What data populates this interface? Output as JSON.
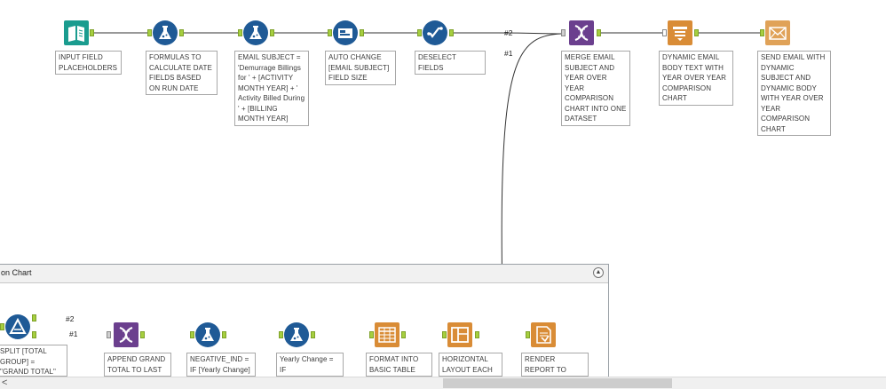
{
  "workflow": {
    "connections": {
      "label_2": "#2",
      "label_1": "#1"
    },
    "tools": [
      {
        "id": "input-field-placeholders",
        "icon": "book-input-icon",
        "annotation": "INPUT FIELD PLACEHOLDERS"
      },
      {
        "id": "formulas-date-fields",
        "icon": "formula-flask-icon",
        "annotation": "FORMULAS TO CALCULATE DATE FIELDS BASED ON RUN DATE"
      },
      {
        "id": "email-subject-formula",
        "icon": "formula-flask-icon",
        "annotation": "EMAIL SUBJECT = 'Demurrage Billings for ' + [ACTIVITY MONTH YEAR] + ' Activity Billed During ' + [BILLING MONTH YEAR]"
      },
      {
        "id": "auto-change-field-size",
        "icon": "auto-field-icon",
        "annotation": "AUTO CHANGE [EMAIL SUBJECT] FIELD SIZE"
      },
      {
        "id": "deselect-fields",
        "icon": "select-check-icon",
        "annotation": "DESELECT FIELDS"
      },
      {
        "id": "merge-email-subject",
        "icon": "append-dna-icon",
        "annotation": "MERGE EMAIL SUBJECT AND YEAR OVER YEAR COMPARISON CHART INTO ONE DATASET"
      },
      {
        "id": "dynamic-email-body",
        "icon": "report-text-icon",
        "annotation": "DYNAMIC EMAIL BODY TEXT WITH YEAR OVER YEAR COMPARISON CHART"
      },
      {
        "id": "send-email",
        "icon": "email-envelope-icon",
        "annotation": "SEND EMAIL WITH DYNAMIC SUBJECT AND DYNAMIC BODY WITH YEAR OVER YEAR COMPARISON CHART"
      }
    ]
  },
  "container": {
    "title": "on Chart",
    "collapse_symbol": "▲",
    "tools": [
      {
        "id": "split-filter",
        "icon": "filter-triangle-icon",
        "annotation": "SPLIT [TOTAL GROUP] = \"GRAND TOTAL\""
      },
      {
        "id": "append-grand-total",
        "icon": "append-dna-icon",
        "annotation": "APPEND GRAND TOTAL TO LAST"
      },
      {
        "id": "negative-ind",
        "icon": "formula-flask-icon",
        "annotation": "NEGATIVE_IND = IF [Yearly Change]"
      },
      {
        "id": "yearly-change",
        "icon": "formula-flask-icon",
        "annotation": "Yearly Change = IF"
      },
      {
        "id": "format-basic-table",
        "icon": "table-icon",
        "annotation": "FORMAT INTO BASIC TABLE"
      },
      {
        "id": "horizontal-layout",
        "icon": "layout-icon",
        "annotation": "HORIZONTAL LAYOUT EACH"
      },
      {
        "id": "render-report",
        "icon": "render-icon",
        "annotation": "RENDER REPORT TO TEMP EXCEL"
      }
    ]
  },
  "scrollbar": {
    "left_arrow": "<"
  },
  "colors": {
    "anchor_green": "#a6cf3f",
    "formula_blue": "#1f5a96",
    "input_teal": "#1a9c8f",
    "append_purple": "#6b3f8e",
    "report_orange": "#d98c36",
    "email_orange": "#e0a258"
  }
}
